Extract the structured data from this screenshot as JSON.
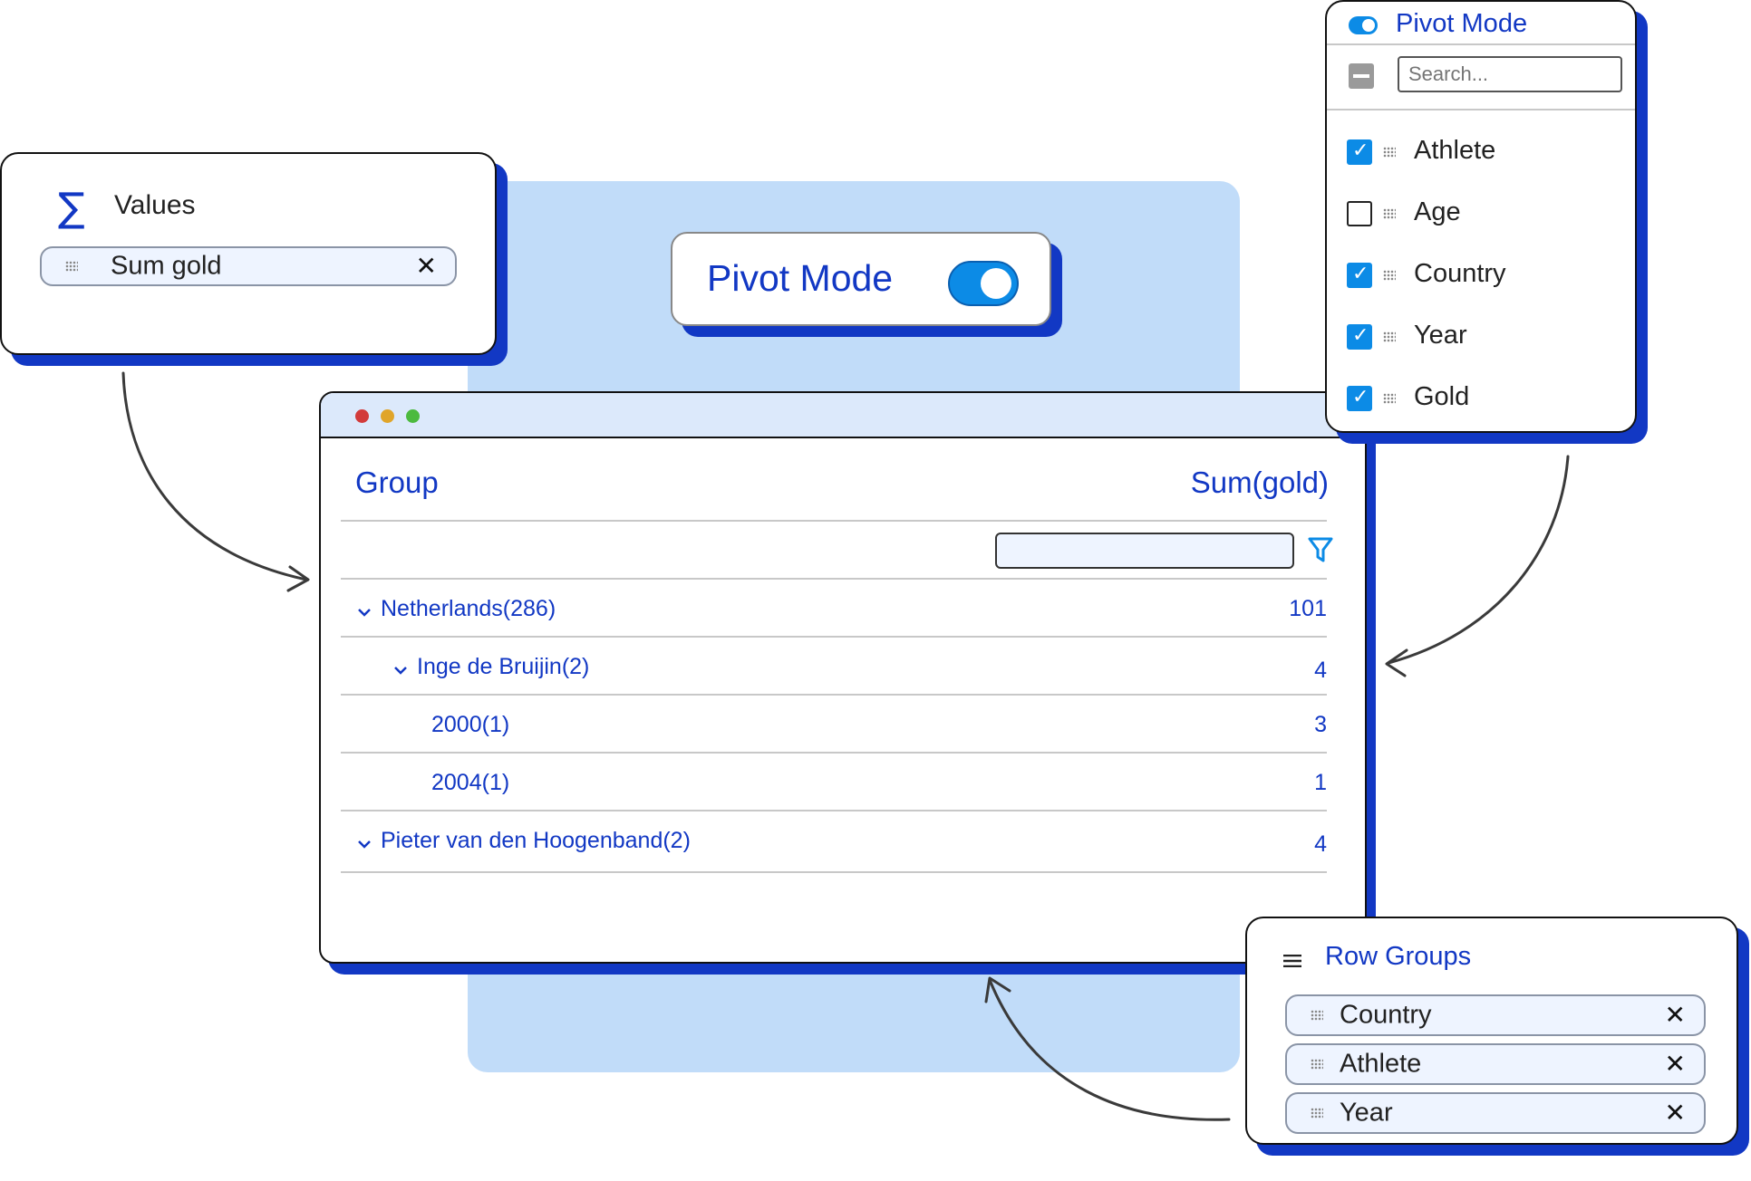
{
  "values_panel": {
    "title": "Values",
    "items": [
      {
        "label": "Sum gold"
      }
    ]
  },
  "pivot_toggle": {
    "label": "Pivot Mode",
    "enabled": true
  },
  "grid": {
    "headers": {
      "group": "Group",
      "value": "Sum(gold)"
    },
    "rows": [
      {
        "label": "Netherlands(286)",
        "value": "101",
        "expanded": true
      },
      {
        "label": "Inge de Bruijin(2)",
        "value": "4",
        "expanded": true
      },
      {
        "label": "2000(1)",
        "value": "3"
      },
      {
        "label": "2004(1)",
        "value": "1"
      },
      {
        "label": "Pieter van den Hoogenband(2)",
        "value": "4",
        "expanded": true
      }
    ]
  },
  "columns_panel": {
    "pivot_label": "Pivot Mode",
    "search_placeholder": "Search...",
    "columns": [
      {
        "label": "Athlete",
        "checked": true
      },
      {
        "label": "Age",
        "checked": false
      },
      {
        "label": "Country",
        "checked": true
      },
      {
        "label": "Year",
        "checked": true
      },
      {
        "label": "Gold",
        "checked": true
      }
    ]
  },
  "row_groups_panel": {
    "title": "Row Groups",
    "items": [
      {
        "label": "Country"
      },
      {
        "label": "Athlete"
      },
      {
        "label": "Year"
      }
    ]
  },
  "colors": {
    "accent": "#1238c4",
    "toggle": "#0c8be6",
    "background_panel": "#c1dcf9"
  }
}
